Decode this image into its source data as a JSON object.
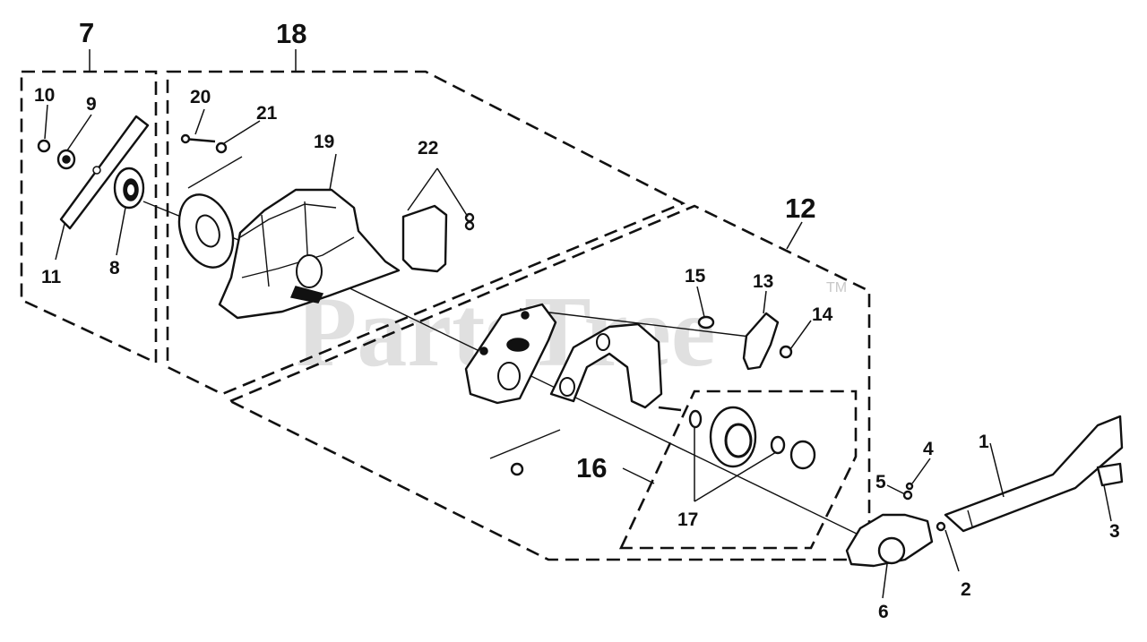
{
  "watermark": {
    "text": "PartsTree",
    "tm": "TM"
  },
  "assemblies": [
    {
      "id": "assembly-7",
      "label": "7"
    },
    {
      "id": "assembly-18",
      "label": "18"
    },
    {
      "id": "assembly-12",
      "label": "12"
    },
    {
      "id": "assembly-16",
      "label": "16"
    }
  ],
  "callouts": [
    "1",
    "2",
    "3",
    "4",
    "5",
    "6",
    "8",
    "9",
    "10",
    "11",
    "13",
    "14",
    "15",
    "17",
    "19",
    "20",
    "21",
    "22"
  ]
}
